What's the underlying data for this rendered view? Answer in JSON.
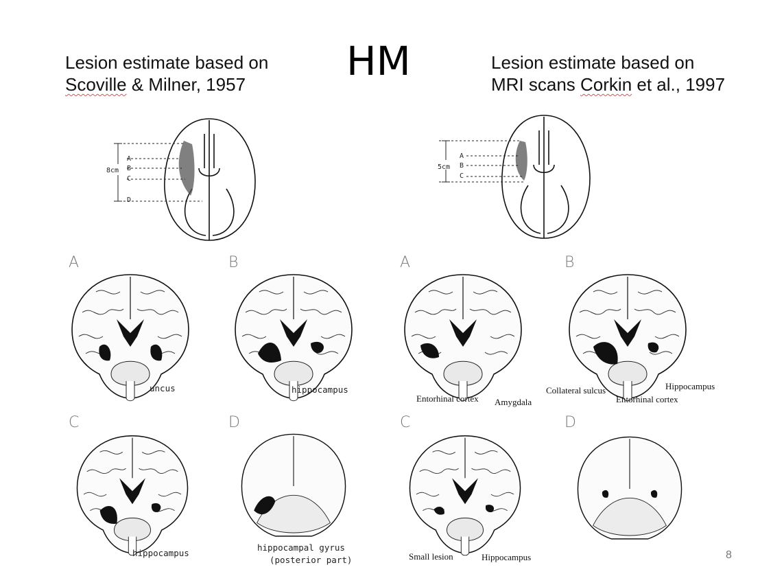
{
  "slide": {
    "title": "HM",
    "page_number": "8"
  },
  "left": {
    "heading_line1": "Lesion estimate based on",
    "heading_line2_a": "Scoville",
    "heading_line2_b": " & Milner, 1957",
    "ventral_view": {
      "measure": "8cm",
      "markers": [
        "A",
        "B",
        "C",
        "D"
      ]
    },
    "sections": [
      {
        "letter": "A",
        "label": "uncus"
      },
      {
        "letter": "B",
        "label": "hippocampus"
      },
      {
        "letter": "C",
        "label": "hippocampus"
      },
      {
        "letter": "D",
        "label": "hippocampal gyrus",
        "label2": "(posterior part)"
      }
    ]
  },
  "right": {
    "heading_line1": "Lesion estimate based on",
    "heading_line2_a": "MRI scans ",
    "heading_line2_b": "Corkin",
    "heading_line2_c": " et al., 1997",
    "ventral_view": {
      "measure": "5cm",
      "markers": [
        "A",
        "B",
        "C"
      ]
    },
    "sections": [
      {
        "letter": "A",
        "label": "Entorhinal cortex",
        "label2": "Amygdala"
      },
      {
        "letter": "B",
        "label": "Collateral sulcus",
        "label2": "Entorhinal  cortex",
        "label3": "Hippocampus"
      },
      {
        "letter": "C",
        "label": "Small lesion",
        "label2": "Hippocampus"
      },
      {
        "letter": "D"
      }
    ]
  }
}
